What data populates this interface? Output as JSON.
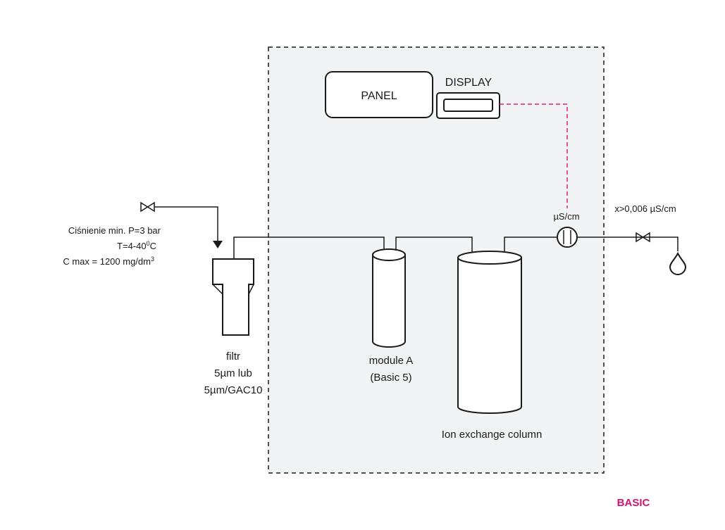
{
  "labels": {
    "panel": "PANEL",
    "display": "DISPLAY",
    "conductivity_unit": "µS/cm",
    "outlet_spec": "x>0,006 µS/cm",
    "inlet_pressure": "Ciśnienie min. P=3 bar",
    "inlet_temp_prefix": "T=4-40",
    "inlet_temp_sup": "0",
    "inlet_temp_suffix": "C",
    "inlet_cmax_prefix": "C max = 1200 mg/dm",
    "inlet_cmax_sup": "3",
    "filter_line1": "filtr",
    "filter_line2": "5µm lub",
    "filter_line3": "5µm/GAC10",
    "module_line1": "module A",
    "module_line2": "(Basic 5)",
    "ion_column": "Ion exchange column",
    "variant": "BASIC"
  },
  "colors": {
    "enclosure_fill": "#f1f3f5",
    "line": "#1a1a1a",
    "signal_line": "#e0207a",
    "variant_label": "#d3136e"
  },
  "icons": {
    "inlet_valve": "valve-icon",
    "outlet_valve": "valve-icon",
    "water_drop": "water-drop-icon",
    "conductivity_sensor": "conductivity-sensor-icon"
  }
}
